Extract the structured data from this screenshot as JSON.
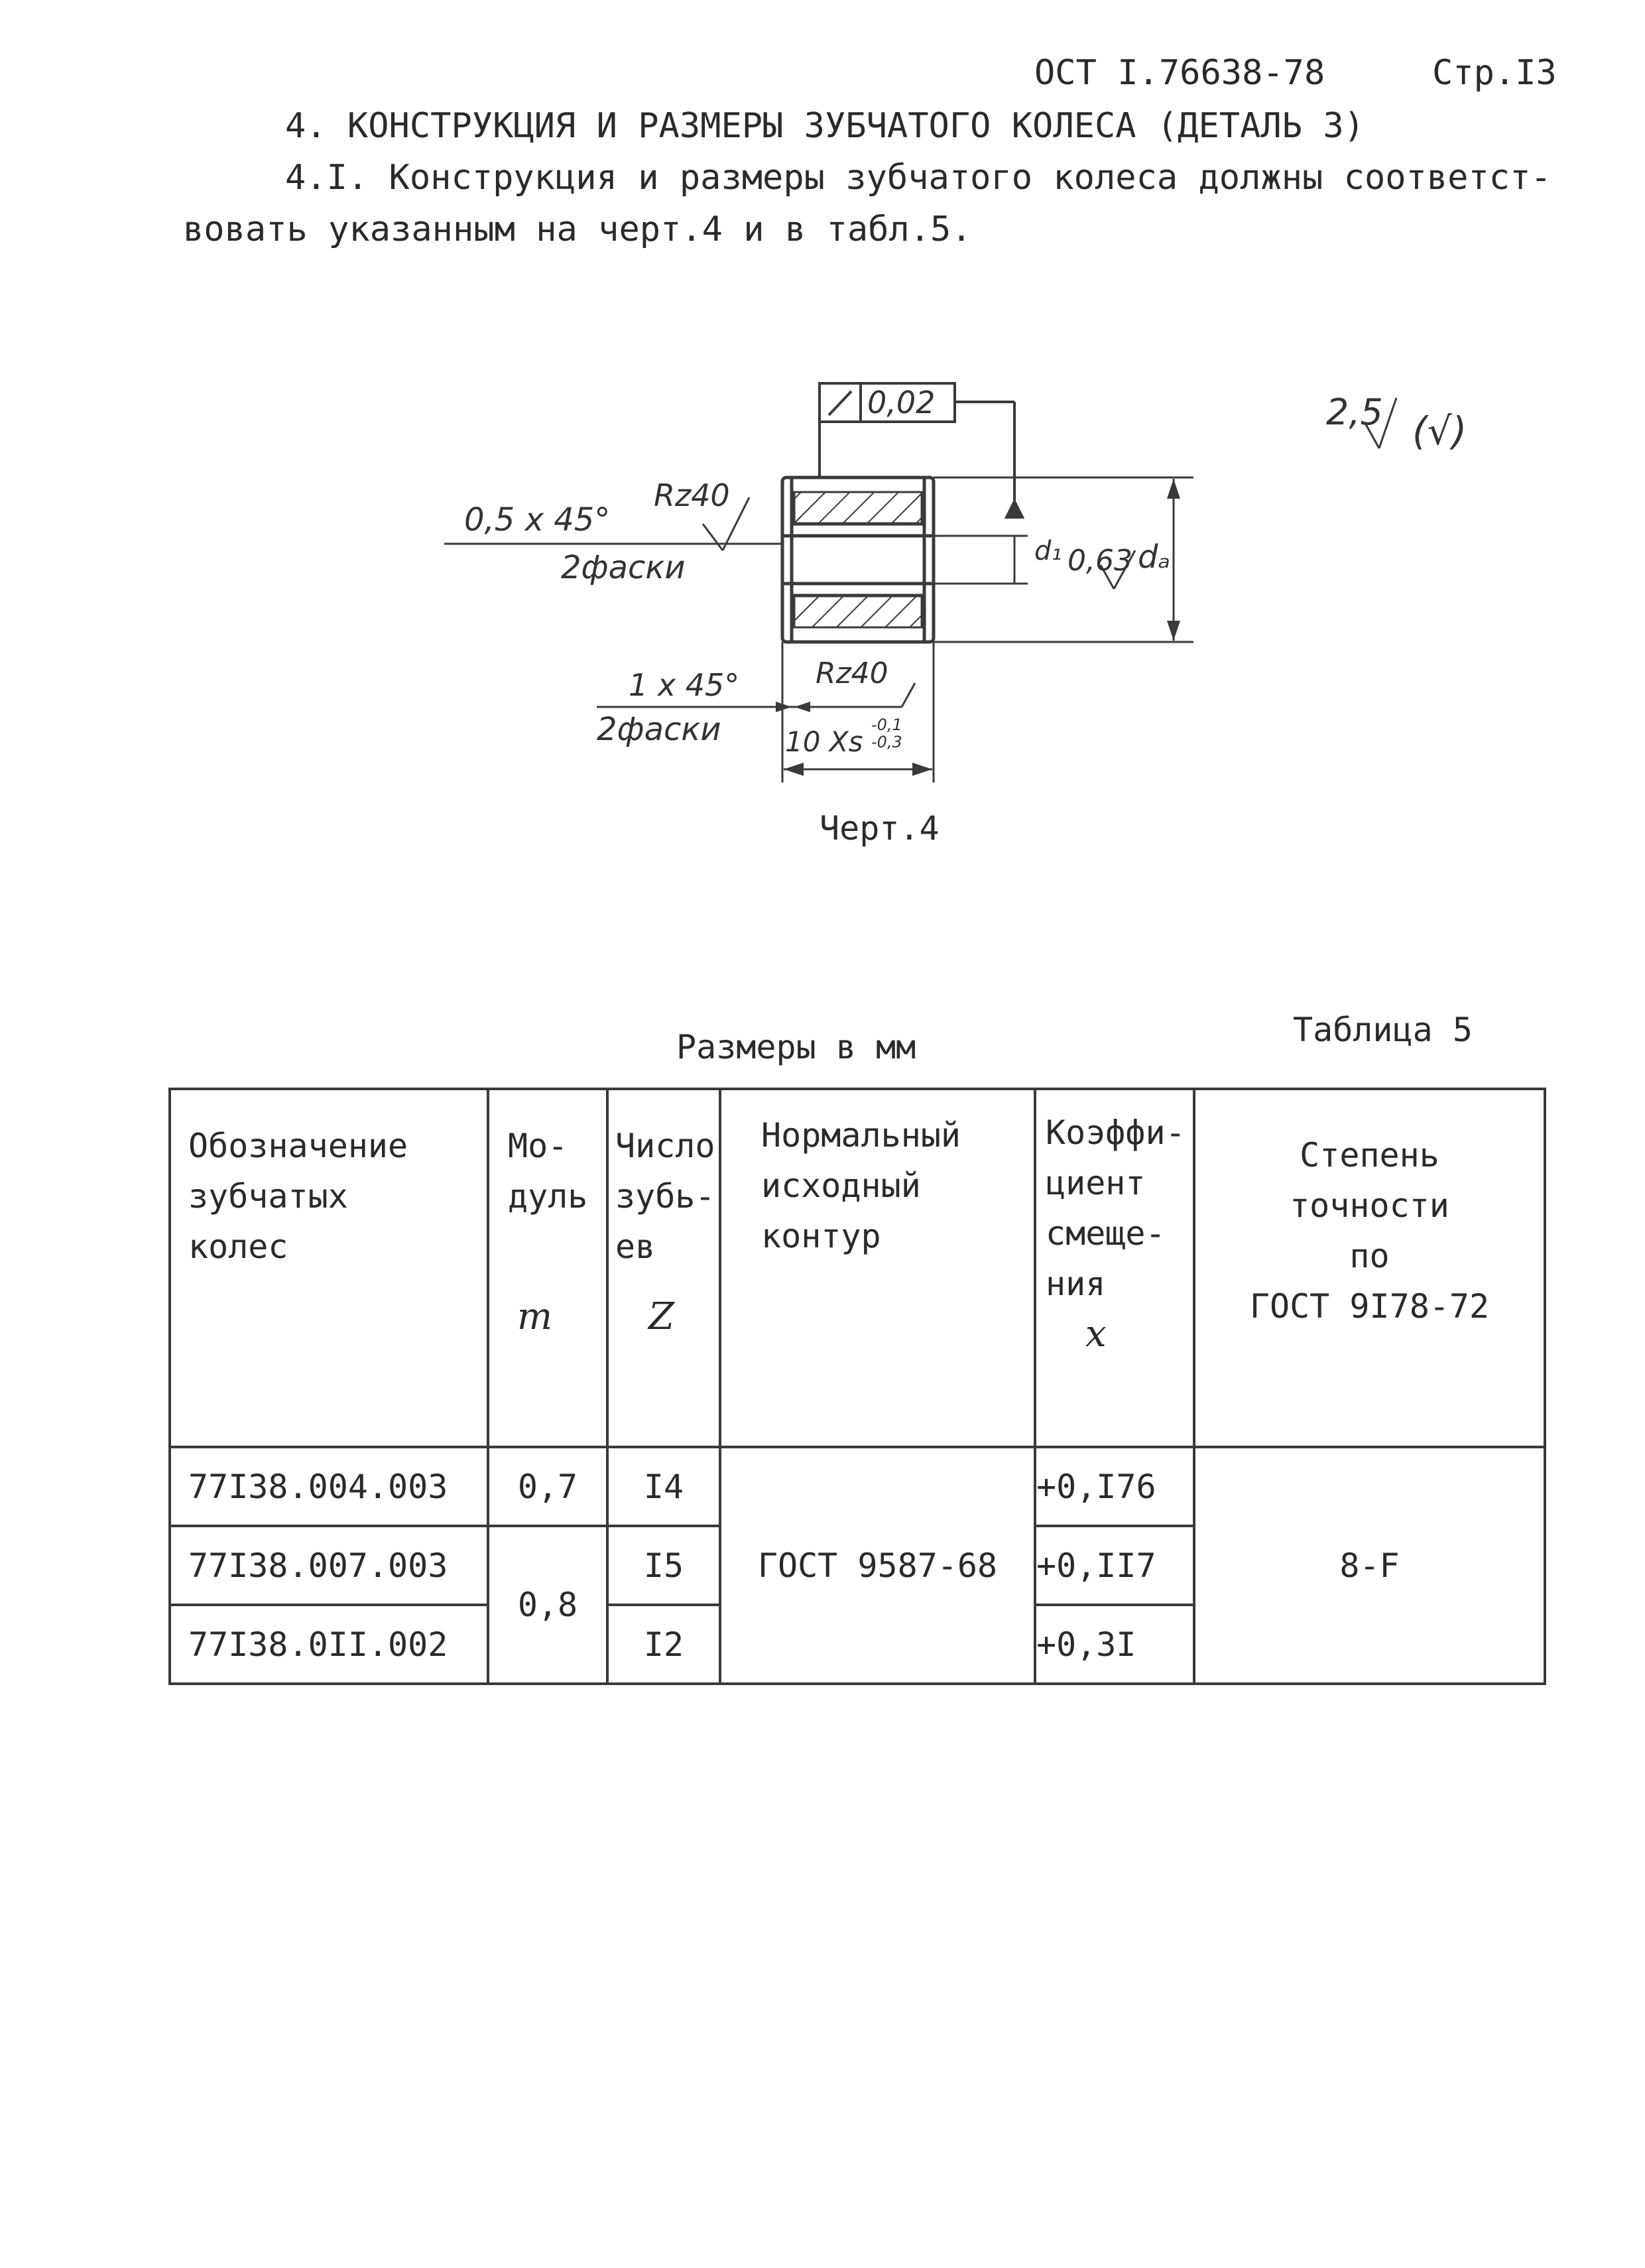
{
  "header": {
    "standard": "ОСТ I.76638-78",
    "page": "Стр.I3"
  },
  "section": {
    "title": "4. КОНСТРУКЦИЯ И РАЗМЕРЫ ЗУБЧАТОГО КОЛЕСА (ДЕТАЛЬ 3)",
    "para_line1": "4.I. Конструкция и размеры зубчатого колеса должны соответст-",
    "para_line2": "вовать указанным на черт.4 и в табл.5."
  },
  "drawing": {
    "caption": "Черт.4",
    "roughness_general": "2,5",
    "roughness_general_paren": "(√)",
    "runout_value": "0,02",
    "chamfer_outer": "0,5 x 45°",
    "chamfer_outer_count": "2фаски",
    "chamfer_inner": "1 x 45°",
    "chamfer_inner_count": "2фаски",
    "rz_top": "Rz40",
    "rz_bottom": "Rz40",
    "bore_roughness": "0,63",
    "d1_label": "d₁",
    "da_label": "dₐ",
    "width_dim": "10 Xs",
    "width_tol_upper": "-0,1",
    "width_tol_lower": "-0,3"
  },
  "table": {
    "units": "Размеры в мм",
    "number": "Таблица 5",
    "headers": {
      "designation": [
        "Обозначение",
        "зубчатых",
        "колес"
      ],
      "module": [
        "Мо-",
        "дуль"
      ],
      "module_sym": "m",
      "teeth": [
        "Число",
        "зубь-",
        "ев"
      ],
      "teeth_sym": "Z",
      "contour": [
        "Нормальный",
        "исходный",
        "контур"
      ],
      "shift": [
        "Коэффи-",
        "циент",
        "смеще-",
        "ния"
      ],
      "shift_sym": "x",
      "accuracy": [
        "Степень",
        "точности",
        "по",
        "ГОСТ 9I78-72"
      ]
    },
    "rows": [
      {
        "designation": "77I38.004.003",
        "module": "0,7",
        "teeth": "I4",
        "shift": "+0,I76"
      },
      {
        "designation": "77I38.007.003",
        "module": "0,8",
        "teeth": "I5",
        "shift": "+0,II7"
      },
      {
        "designation": "77I38.0II.002",
        "module": "",
        "teeth": "I2",
        "shift": "+0,3I"
      }
    ],
    "contour_value": "ГОСТ 9587-68",
    "accuracy_value": "8-F"
  }
}
